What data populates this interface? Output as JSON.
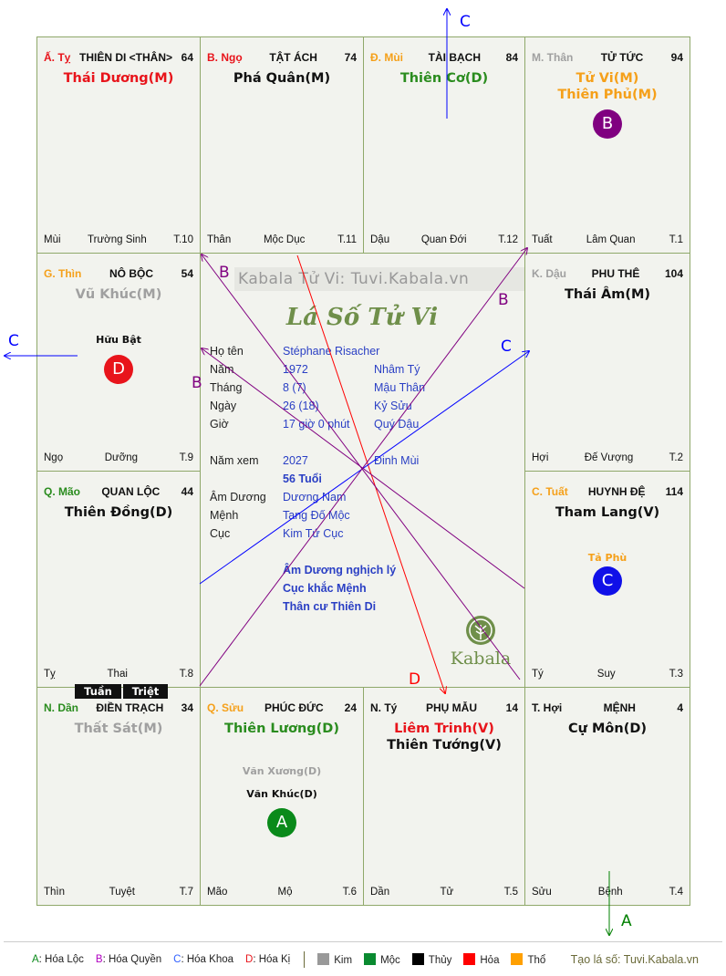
{
  "cells": [
    {
      "can_chi": "Ấ. Tỵ",
      "cc_color": "#e8141b",
      "palace": "THIÊN DI <THÂN>",
      "number": "64",
      "main": [
        {
          "name": "Thái Dương(M)",
          "color": "#e8141b"
        }
      ],
      "minor": [],
      "footer": {
        "chi": "Mùi",
        "stage": "Trường Sinh",
        "t": "T.10"
      }
    },
    {
      "can_chi": "B. Ngọ",
      "cc_color": "#e8141b",
      "palace": "TẬT ÁCH",
      "number": "74",
      "main": [
        {
          "name": "Phá Quân(M)",
          "color": "#111111"
        }
      ],
      "minor": [],
      "footer": {
        "chi": "Thân",
        "stage": "Mộc Dục",
        "t": "T.11"
      }
    },
    {
      "can_chi": "Đ. Mùi",
      "cc_color": "#f5a01a",
      "palace": "TÀI BẠCH",
      "number": "84",
      "main": [
        {
          "name": "Thiên Cơ(D)",
          "color": "#2a8c1e"
        }
      ],
      "minor": [],
      "footer": {
        "chi": "Dậu",
        "stage": "Quan Đới",
        "t": "T.12"
      }
    },
    {
      "can_chi": "M. Thân",
      "cc_color": "#a0a0a0",
      "palace": "TỬ TỨC",
      "number": "94",
      "main": [
        {
          "name": "Tử Vi(M)",
          "color": "#f5a01a"
        },
        {
          "name": "Thiên Phủ(M)",
          "color": "#f5a01a"
        }
      ],
      "minor": [],
      "badge": {
        "label": "B",
        "color": "#800080"
      },
      "footer": {
        "chi": "Tuất",
        "stage": "Lâm Quan",
        "t": "T.1"
      }
    },
    {
      "can_chi": "G. Thìn",
      "cc_color": "#f5a01a",
      "palace": "NÔ BỘC",
      "number": "54",
      "main": [
        {
          "name": "Vũ Khúc(M)",
          "color": "#a0a0a0"
        }
      ],
      "minor": [
        {
          "name": "Hữu Bật",
          "color": "#111111"
        }
      ],
      "badge": {
        "label": "D",
        "color": "#e8141b"
      },
      "footer": {
        "chi": "Ngọ",
        "stage": "Dưỡng",
        "t": "T.9"
      }
    },
    {
      "can_chi": "K. Dậu",
      "cc_color": "#a0a0a0",
      "palace": "PHU THÊ",
      "number": "104",
      "main": [
        {
          "name": "Thái Âm(M)",
          "color": "#111111"
        }
      ],
      "minor": [],
      "footer": {
        "chi": "Hợi",
        "stage": "Đế Vượng",
        "t": "T.2"
      }
    },
    {
      "can_chi": "Q. Mão",
      "cc_color": "#2a8c1e",
      "palace": "QUAN LỘC",
      "number": "44",
      "main": [
        {
          "name": "Thiên Đồng(D)",
          "color": "#111111"
        }
      ],
      "minor": [],
      "footer": {
        "chi": "Tỵ",
        "stage": "Thai",
        "t": "T.8"
      }
    },
    {
      "can_chi": "C. Tuất",
      "cc_color": "#f5a01a",
      "palace": "HUYNH ĐỆ",
      "number": "114",
      "main": [
        {
          "name": "Tham Lang(V)",
          "color": "#111111"
        }
      ],
      "minor": [
        {
          "name": "Tả Phù",
          "color": "#f5a01a"
        }
      ],
      "badge": {
        "label": "C",
        "color": "#1010e8"
      },
      "footer": {
        "chi": "Tý",
        "stage": "Suy",
        "t": "T.3"
      }
    },
    {
      "can_chi": "N. Dần",
      "cc_color": "#2a8c1e",
      "palace": "ĐIỀN TRẠCH",
      "number": "34",
      "main": [
        {
          "name": "Thất Sát(M)",
          "color": "#a0a0a0"
        }
      ],
      "minor": [],
      "footer": {
        "chi": "Thìn",
        "stage": "Tuyệt",
        "t": "T.7"
      }
    },
    {
      "can_chi": "Q. Sửu",
      "cc_color": "#f5a01a",
      "palace": "PHÚC ĐỨC",
      "number": "24",
      "main": [
        {
          "name": "Thiên Lương(D)",
          "color": "#2a8c1e"
        }
      ],
      "minor": [
        {
          "name": "Văn Xương(D)",
          "color": "#a0a0a0"
        },
        {
          "name": "Văn Khúc(D)",
          "color": "#111111"
        }
      ],
      "badge": {
        "label": "A",
        "color": "#0a8a1a"
      },
      "footer": {
        "chi": "Mão",
        "stage": "Mộ",
        "t": "T.6"
      }
    },
    {
      "can_chi": "N. Tý",
      "cc_color": "#111111",
      "palace": "PHỤ MẪU",
      "number": "14",
      "main": [
        {
          "name": "Liêm Trinh(V)",
          "color": "#e8141b"
        },
        {
          "name": "Thiên Tướng(V)",
          "color": "#111111"
        }
      ],
      "minor": [],
      "footer": {
        "chi": "Dần",
        "stage": "Tử",
        "t": "T.5"
      }
    },
    {
      "can_chi": "T. Hợi",
      "cc_color": "#111111",
      "palace": "MỆNH",
      "number": "4",
      "main": [
        {
          "name": "Cự Môn(D)",
          "color": "#111111"
        }
      ],
      "minor": [],
      "footer": {
        "chi": "Sửu",
        "stage": "Bệnh",
        "t": "T.4"
      }
    }
  ],
  "tuan": "Tuần",
  "triet": "Triệt",
  "center": {
    "watermark": "Kabala Tử Vi: Tuvi.Kabala.vn",
    "title": "Lá Số Tử Vi",
    "rows": [
      {
        "k": "Họ tên",
        "v": "Stéphane Risacher",
        "v2": ""
      },
      {
        "k": "Năm",
        "v": "1972",
        "v2": "Nhâm Tý"
      },
      {
        "k": "Tháng",
        "v": "8  (7)",
        "v2": "Mậu Thân"
      },
      {
        "k": "Ngày",
        "v": "26  (18)",
        "v2": "Kỷ Sửu"
      },
      {
        "k": "Giờ",
        "v": "17 giờ 0 phút",
        "v2": "Quý Dậu"
      },
      {
        "k": "Năm xem",
        "v": "2027",
        "v2": "Đinh Mùi"
      },
      {
        "k": "",
        "v": "56 Tuổi",
        "v2": ""
      },
      {
        "k": "Âm Dương",
        "v": "Dương Nam",
        "v2": ""
      },
      {
        "k": "Mệnh",
        "v": "Tang Đố Mộc",
        "v2": ""
      },
      {
        "k": "Cục",
        "v": "Kim Tứ Cục",
        "v2": ""
      }
    ],
    "notes": [
      "Âm Dương nghịch lý",
      "Cục khắc Mệnh",
      "Thân cư Thiên Di"
    ],
    "logo": "Kabala"
  },
  "arrows": {
    "a": "A",
    "b": "B",
    "c": "C",
    "d": "D"
  },
  "legend": {
    "hoa": [
      {
        "k": "A",
        "t": ": Hóa Lộc",
        "c": "#0a8a1a"
      },
      {
        "k": "B",
        "t": ": Hóa Quyền",
        "c": "#b000c0"
      },
      {
        "k": "C",
        "t": ": Hóa Khoa",
        "c": "#3060ff"
      },
      {
        "k": "D",
        "t": ": Hóa Kị",
        "c": "#e8141b"
      }
    ],
    "elements": [
      {
        "t": "Kim",
        "c": "#999999"
      },
      {
        "t": "Mộc",
        "c": "#0a8a30"
      },
      {
        "t": "Thủy",
        "c": "#000000"
      },
      {
        "t": "Hỏa",
        "c": "#ff0000"
      },
      {
        "t": "Thổ",
        "c": "#ffa000"
      }
    ],
    "credit": "Tạo lá số: Tuvi.Kabala.vn"
  }
}
